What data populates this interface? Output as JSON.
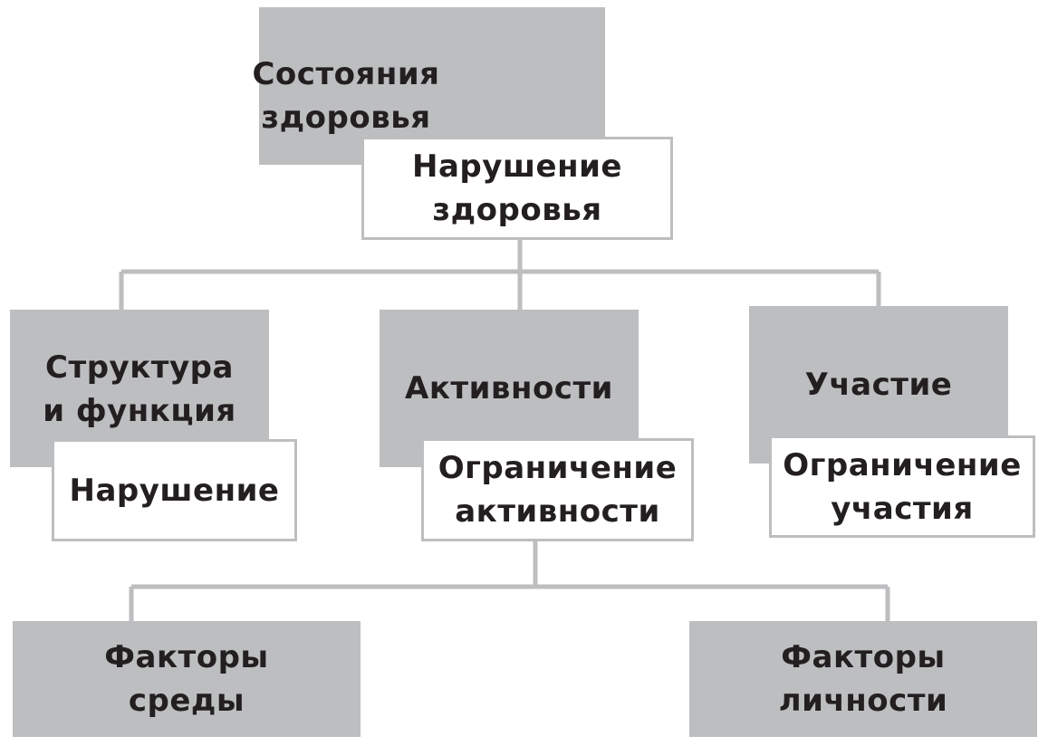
{
  "diagram": {
    "nodes": {
      "health_conditions": "Состояния\nздоровья",
      "health_disorder": "Нарушение\nздоровья",
      "structure_function": "Структура\nи функция",
      "impairment": "Нарушение",
      "activities": "Активности",
      "activity_limitation": "Ограничение\nактивности",
      "participation": "Участие",
      "participation_restriction": "Ограничение\nучастия",
      "environmental_factors": "Факторы\nсреды",
      "personal_factors": "Факторы\nличности"
    },
    "colors": {
      "gray_fill": "#bdbec0",
      "text": "#231f20",
      "connector": "#bdbec0"
    }
  }
}
